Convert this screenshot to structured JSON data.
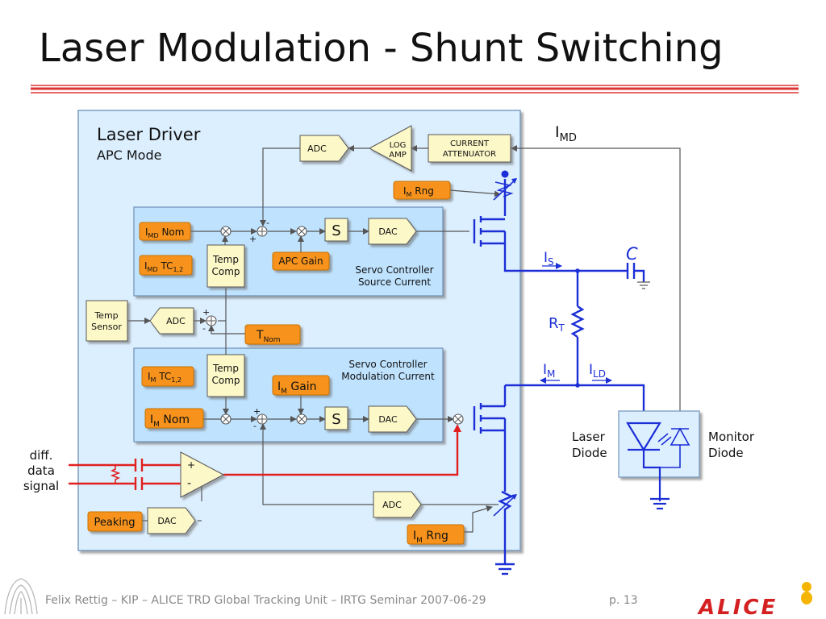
{
  "slide": {
    "title": "Laser Modulation - Shunt Switching",
    "footer": "Felix Rettig – KIP – ALICE TRD Global Tracking Unit – IRTG Seminar 2007-06-29",
    "page": "p. 13",
    "logo_text": "ALICE"
  },
  "panel": {
    "title": "Laser Driver",
    "subtitle": "APC Mode"
  },
  "blocks": {
    "adc_top": "ADC",
    "log_amp_1": "LOG",
    "log_amp_2": "AMP",
    "current_att_1": "CURRENT",
    "current_att_2": "ATTENUATOR",
    "im_rng_top": "Rng",
    "imd_nom": "Nom",
    "imd_tc": "TC",
    "temp_comp_1_a": "Temp",
    "temp_comp_1_b": "Comp",
    "apc_gain": "APC Gain",
    "s_top": "S",
    "dac_top": "DAC",
    "servo_source_1": "Servo Controller",
    "servo_source_2": "Source Current",
    "temp_sensor_1": "Temp",
    "temp_sensor_2": "Sensor",
    "adc_temp": "ADC",
    "tnom": "T",
    "servo_mod_1": "Servo Controller",
    "servo_mod_2": "Modulation Current",
    "temp_comp_2_a": "Temp",
    "temp_comp_2_b": "Comp",
    "im_tc": "TC",
    "im_gain": "Gain",
    "im_nom": "Nom",
    "s_bottom": "S",
    "dac_bottom": "DAC",
    "adc_bottom": "ADC",
    "im_rng_bottom": "Rng",
    "peaking": "Peaking",
    "dac_peaking": "DAC"
  },
  "symbols": {
    "i": "I",
    "t": "T",
    "sub_md": "MD",
    "sub_m": "M",
    "sub_nom": "Nom",
    "sub_12": "1,2",
    "plus": "+",
    "minus": "-"
  },
  "labels": {
    "imd_sub": "MD",
    "is_sub": "S",
    "c": "C",
    "r": "R",
    "rt_sub": "T",
    "im_sub": "M",
    "ild_sub": "LD",
    "laser_1": "Laser",
    "laser_2": "Diode",
    "monitor_1": "Monitor",
    "monitor_2": "Diode",
    "diff_1": "diff.",
    "diff_2": "data",
    "diff_3": "signal"
  },
  "colors": {
    "blue_wire": "#1c2fd6",
    "red_wire": "#e02020",
    "orange_box": "#f7931e",
    "panel_bg": "#dcefff",
    "sub_bg": "#bfe3ff",
    "block_bg": "#fdf8c8"
  }
}
